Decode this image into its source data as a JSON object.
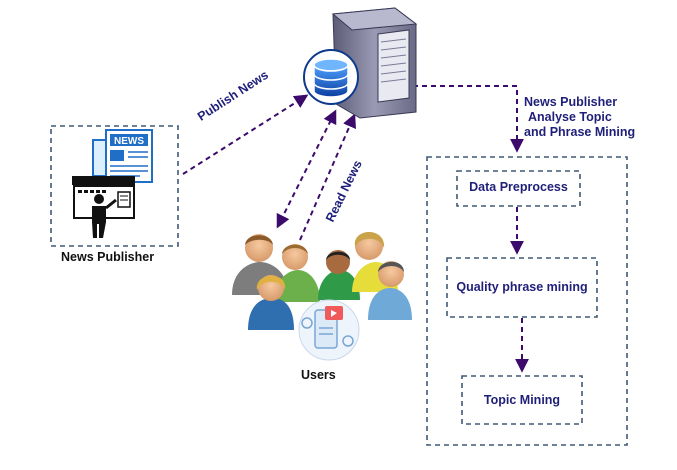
{
  "labels": {
    "news_publisher": "News Publisher",
    "publish_news": "Publish News",
    "read_news": "Read News",
    "users": "Users",
    "analyse_line1": "News Publisher",
    "analyse_line2": "Analyse Topic",
    "analyse_line3": "and Phrase Mining",
    "data_preprocess": "Data Preprocess",
    "quality_phrase_mining": "Quality phrase mining",
    "topic_mining": "Topic Mining",
    "newspaper_masthead": "NEWS"
  },
  "colors": {
    "arrow": "#3b0a6b",
    "box_border": "#3f5a78",
    "text": "#1f1f7a",
    "server_body": "#7f7f9a",
    "database": "#1b5fc7"
  },
  "icons": [
    "server-icon",
    "database-icon",
    "newspaper-icon",
    "presenter-icon",
    "users-group-icon",
    "mobile-app-icon"
  ]
}
